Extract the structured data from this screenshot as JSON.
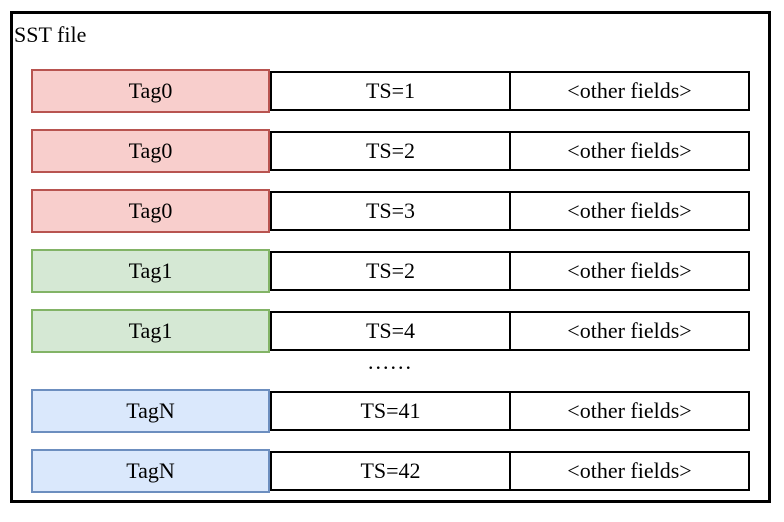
{
  "diagram": {
    "title": "SST file",
    "ellipsis": "......"
  },
  "colors": {
    "red": {
      "fill": "#f8cecc",
      "stroke": "#b85450"
    },
    "green": {
      "fill": "#d5e8d4",
      "stroke": "#82b366"
    },
    "blue": {
      "fill": "#dae8fc",
      "stroke": "#6c8ebf"
    },
    "cell_border": "#000000",
    "outer_border": "#000000"
  },
  "rows": [
    {
      "tag": "Tag0",
      "ts": "TS=1",
      "other": "<other fields>",
      "color": "red"
    },
    {
      "tag": "Tag0",
      "ts": "TS=2",
      "other": "<other fields>",
      "color": "red"
    },
    {
      "tag": "Tag0",
      "ts": "TS=3",
      "other": "<other fields>",
      "color": "red"
    },
    {
      "tag": "Tag1",
      "ts": "TS=2",
      "other": "<other fields>",
      "color": "green"
    },
    {
      "tag": "Tag1",
      "ts": "TS=4",
      "other": "<other fields>",
      "color": "green"
    },
    {
      "tag": "TagN",
      "ts": "TS=41",
      "other": "<other fields>",
      "color": "blue"
    },
    {
      "tag": "TagN",
      "ts": "TS=42",
      "other": "<other fields>",
      "color": "blue"
    }
  ]
}
